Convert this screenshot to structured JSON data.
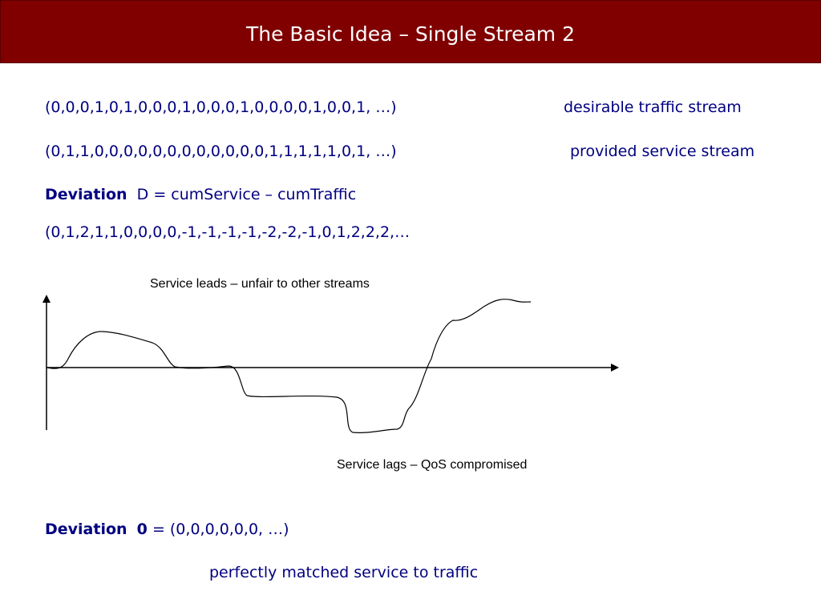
{
  "slide": {
    "title": "The Basic Idea – Single Stream 2"
  },
  "streams": {
    "traffic_sequence": "(0,0,0,1,0,1,0,0,0,1,0,0,0,1,0,0,0,0,1,0,0,1, …)",
    "traffic_label": "desirable traffic stream",
    "service_sequence": "(0,1,1,0,0,0,0,0,0,0,0,0,0,0,0,1,1,1,1,1,0,1, …)",
    "service_label": "provided service stream"
  },
  "deviation": {
    "label": "Deviation",
    "formula": "D = cumService – cumTraffic",
    "sequence": "(0,1,2,1,1,0,0,0,0,-1,-1,-1,-1,-2,-2,-1,0,1,2,2,2,…"
  },
  "diagram": {
    "top_label": "Service leads – unfair to other streams",
    "bottom_label": "Service lags – QoS compromised"
  },
  "zero_deviation": {
    "label": "Deviation",
    "zero": "0",
    "equals": "= (0,0,0,0,0,0, …)",
    "caption": "perfectly matched service to  traffic"
  },
  "colors": {
    "title_bg": "#800000",
    "title_text": "#ffffff",
    "body_text": "#000080",
    "diagram_stroke": "#000000"
  }
}
